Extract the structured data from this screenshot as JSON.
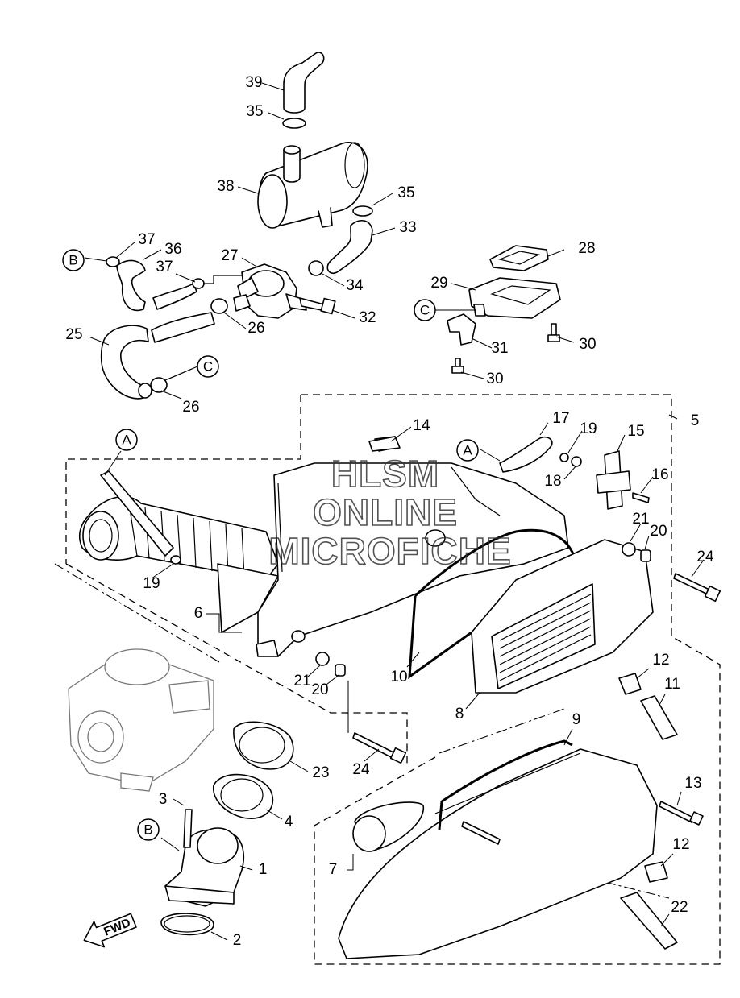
{
  "watermark": {
    "line1": "HLSM",
    "line2": "ONLINE",
    "line3": "MICROFICHE"
  },
  "direction_marker": "FWD",
  "reference_letters": {
    "a_top": "A",
    "a_mid": "A",
    "b_top": "B",
    "b_low": "B",
    "c_hose": "C",
    "c_cover": "C"
  },
  "part_numbers": {
    "p1": "1",
    "p2": "2",
    "p3": "3",
    "p4": "4",
    "p5": "5",
    "p6": "6",
    "p7": "7",
    "p8": "8",
    "p9": "9",
    "p10": "10",
    "p11": "11",
    "p12a": "12",
    "p12b": "12",
    "p13": "13",
    "p14": "14",
    "p15": "15",
    "p16": "16",
    "p17": "17",
    "p18": "18",
    "p19a": "19",
    "p19b": "19",
    "p20a": "20",
    "p20b": "20",
    "p21a": "21",
    "p21b": "21",
    "p22": "22",
    "p23": "23",
    "p24a": "24",
    "p24b": "24",
    "p25": "25",
    "p26a": "26",
    "p26b": "26",
    "p27": "27",
    "p28": "28",
    "p29": "29",
    "p30a": "30",
    "p30b": "30",
    "p31": "31",
    "p32": "32",
    "p33": "33",
    "p34": "34",
    "p35a": "35",
    "p35b": "35",
    "p36": "36",
    "p37a": "37",
    "p37b": "37",
    "p38": "38",
    "p39": "39"
  },
  "colors": {
    "line": "#000000",
    "background": "#ffffff",
    "watermark": "#333333"
  }
}
